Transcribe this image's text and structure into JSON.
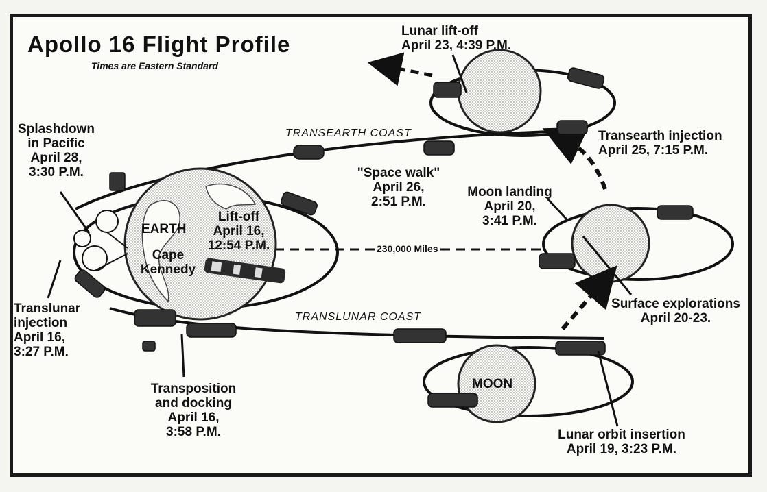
{
  "title": "Apollo 16 Flight Profile",
  "subtitle": "Times are Eastern Standard",
  "bodies": {
    "earth": "EARTH",
    "moon": "MOON",
    "cape": "Cape\nKennedy"
  },
  "coasts": {
    "transearth": "TRANSEARTH COAST",
    "translunar": "TRANSLUNAR COAST"
  },
  "distance": "230,000 Miles",
  "events": {
    "liftoff": "Lift-off\nApril 16,\n12:54 P.M.",
    "translunar_injection": "Translunar\ninjection\nApril 16,\n3:27 P.M.",
    "transposition": "Transposition\nand docking\nApril 16,\n3:58 P.M.",
    "lunar_orbit_insertion": "Lunar orbit insertion\nApril 19,  3:23 P.M.",
    "surface_explorations": "Surface explorations\nApril 20-23.",
    "moon_landing": "Moon landing\nApril 20,\n3:41 P.M.",
    "lunar_liftoff": "Lunar lift-off\nApril 23,  4:39 P.M.",
    "transearth_injection": "Transearth  injection\nApril 25,  7:15 P.M.",
    "space_walk": "\"Space walk\"\nApril 26,\n2:51 P.M.",
    "splashdown": "Splashdown\nin Pacific\nApril 28,\n3:30 P.M."
  }
}
